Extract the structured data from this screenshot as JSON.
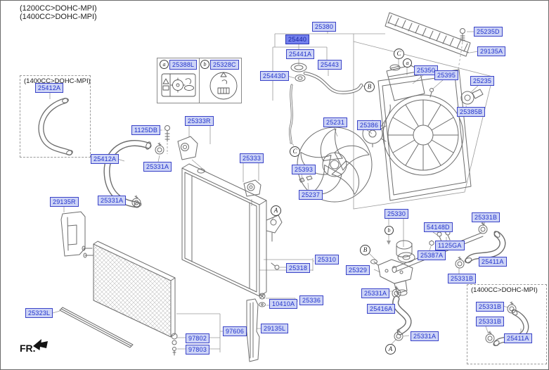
{
  "title_notes": {
    "line1": "(1200CC>DOHC-MPI)",
    "line2": "(1400CC>DOHC-MPI)"
  },
  "colors": {
    "label_bg": "#cdd4f6",
    "label_border": "#3a43c8",
    "label_text": "#2334cc",
    "label_selected_bg": "#7481ee",
    "line_art": "#6d6d6d",
    "leader_line": "#9a9a9a"
  },
  "legend": {
    "a": {
      "marker": "a",
      "part": "25388L"
    },
    "b": {
      "marker": "b",
      "part": "25328C"
    }
  },
  "inset_left": {
    "title": "(1400CC>DOHC-MPI)",
    "part": "25412A"
  },
  "inset_right": {
    "title": "(1400CC>DOHC-MPI)",
    "parts": [
      "25331B",
      "25331B",
      "25411A"
    ]
  },
  "fr": {
    "label": "FR."
  },
  "labels": [
    {
      "text": "25380"
    },
    {
      "text": "25440",
      "selected": true
    },
    {
      "text": "25441A"
    },
    {
      "text": "25443"
    },
    {
      "text": "25443D"
    },
    {
      "text": "25235D"
    },
    {
      "text": "29135A"
    },
    {
      "text": "25350"
    },
    {
      "text": "25395"
    },
    {
      "text": "25235"
    },
    {
      "text": "25385B"
    },
    {
      "text": "25231"
    },
    {
      "text": "25386"
    },
    {
      "text": "25393"
    },
    {
      "text": "25237"
    },
    {
      "text": "1125DB"
    },
    {
      "text": "25333R"
    },
    {
      "text": "25412A"
    },
    {
      "text": "25331A"
    },
    {
      "text": "29135R"
    },
    {
      "text": "25331A"
    },
    {
      "text": "25333"
    },
    {
      "text": "25310"
    },
    {
      "text": "25318"
    },
    {
      "text": "10410A"
    },
    {
      "text": "25336"
    },
    {
      "text": "25323L"
    },
    {
      "text": "97802"
    },
    {
      "text": "97803"
    },
    {
      "text": "97606"
    },
    {
      "text": "29135L"
    },
    {
      "text": "25330"
    },
    {
      "text": "54148D"
    },
    {
      "text": "1125GA"
    },
    {
      "text": "25387A"
    },
    {
      "text": "25331B"
    },
    {
      "text": "25411A"
    },
    {
      "text": "25331B"
    },
    {
      "text": "25329"
    },
    {
      "text": "25331A"
    },
    {
      "text": "25416A"
    },
    {
      "text": "25331A"
    }
  ],
  "markers": [
    {
      "letter": "C"
    },
    {
      "letter": "a"
    },
    {
      "letter": "B"
    },
    {
      "letter": "C"
    },
    {
      "letter": "A"
    },
    {
      "letter": "b"
    },
    {
      "letter": "B"
    },
    {
      "letter": "A"
    }
  ]
}
